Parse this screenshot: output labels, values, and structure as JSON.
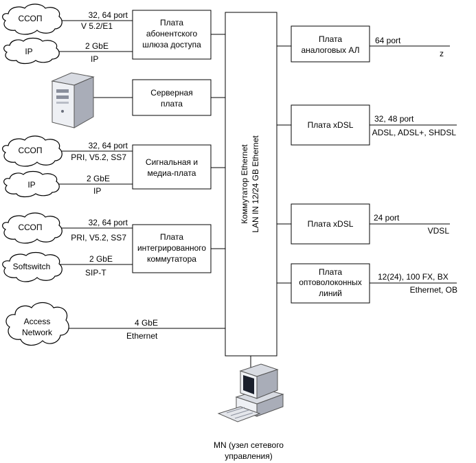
{
  "clouds": {
    "ssop1": "ССОП",
    "ip1": "IP",
    "ssop2": "ССОП",
    "ip2": "IP",
    "ssop3": "ССОП",
    "softswitch": "Softswitch",
    "access_network": [
      "Access",
      "Network"
    ]
  },
  "left_boards": {
    "gateway": [
      "Плата",
      "абонентского",
      "шлюза доступа"
    ],
    "server": [
      "Серверная",
      "плата"
    ],
    "signal": [
      "Сигнальная и",
      "медиа-плата"
    ],
    "integrated": [
      "Плата",
      "интегрированного",
      "коммутатора"
    ]
  },
  "switch": [
    "Коммутатор Ethernet",
    "LAN IN 12/24 GB Ethernet"
  ],
  "right_boards": {
    "analog": [
      "Плата",
      "аналоговых АЛ"
    ],
    "xdsl1": [
      "Плата xDSL"
    ],
    "xdsl2": [
      "Плата xDSL"
    ],
    "optical": [
      "Плата",
      "оптоволоконных",
      "линий"
    ]
  },
  "link_labels": {
    "l1_top": "32, 64 port",
    "l1_bottom": "V 5.2/E1",
    "l2_top": "2 GbE",
    "l2_bottom": "IP",
    "l3_top": "32, 64 port",
    "l3_bottom": "PRI, V5.2, SS7",
    "l4_top": "2 GbE",
    "l4_bottom": "IP",
    "l5_top": "32, 64 port",
    "l5_bottom": "PRI, V5.2, SS7",
    "l6_top": "2 GbE",
    "l6_bottom": "SIP-T",
    "l7_top": "4 GbE",
    "l7_bottom": "Ethernet",
    "r1_top": "64 port",
    "r1_bottom": "z",
    "r2_top": "32, 48 port",
    "r2_bottom": "ADSL, ADSL+, SHDSL",
    "r3_top": "24 port",
    "r3_bottom": "VDSL",
    "r4_top": "12(24), 100 FX, BX",
    "r4_bottom": "Ethernet, OB"
  },
  "mn_caption": [
    "MN (узел сетевого",
    "управления)"
  ],
  "icons": {
    "server": "server-tower-icon",
    "workstation": "workstation-computer-icon"
  }
}
